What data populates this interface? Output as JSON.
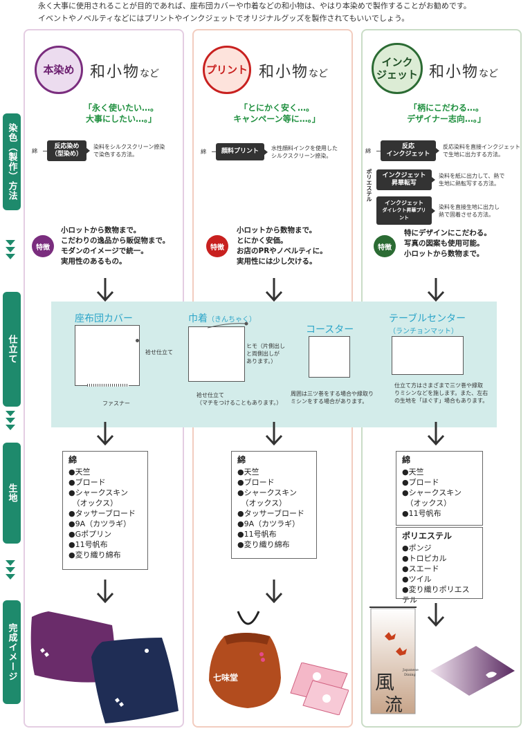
{
  "intro": {
    "line1": "永く大事に使用されることが目的であれば、座布団カバーや巾着などの和小物は、やはり本染めで製作することがお勧めです。",
    "line2": "イベントやノベルティなどにはプリントやインクジェットでオリジナルグッズを製作されてもいいでしょう。"
  },
  "side_labels": {
    "method": "染色（製作）方法",
    "shitate": "仕立て",
    "fabric": "生地",
    "image": "完成イメージ"
  },
  "columns": [
    {
      "badge": "本染め",
      "wa": "和小物",
      "nado": "など",
      "quote1": "「永く使いたい…。",
      "quote2": "大事にしたい…。」",
      "methods": [
        {
          "material": "綿",
          "name1": "反応染め",
          "name2": "（型染め）",
          "desc1": "染料をシルクスクリーン捺染",
          "desc2": "で染色する方法。"
        }
      ],
      "feature_label": "特徴",
      "features": [
        "小ロットから数物まで。",
        "こだわりの逸品から販促物まで。",
        "モダンのイメージで統一。",
        "実用性のあるもの。"
      ],
      "fabric_groups": [
        {
          "title": "綿",
          "items": [
            "●天竺",
            "●ブロード",
            "●シャークスキン",
            "　（オックス）",
            "●タッサーブロード",
            "●9A（カツラギ）",
            "●Gポプリン",
            "●11号帆布",
            "●変り織り綿布"
          ]
        }
      ]
    },
    {
      "badge": "プリント",
      "wa": "和小物",
      "nado": "など",
      "quote1": "「とにかく安く…。",
      "quote2": "キャンペーン等に…。」",
      "methods": [
        {
          "material": "綿",
          "name1": "顔料プリント",
          "name2": "",
          "desc1": "水性顔料インクを使用した",
          "desc2": "シルクスクリーン捺染。"
        }
      ],
      "feature_label": "特徴",
      "features": [
        "小ロットから数物まで。",
        "とにかく安価。",
        "お店のPRやノベルティに。",
        "実用性には少し欠ける。"
      ],
      "fabric_groups": [
        {
          "title": "綿",
          "items": [
            "●天竺",
            "●ブロード",
            "●シャークスキン",
            "　（オックス）",
            "●タッサーブロード",
            "●9A（カツラギ）",
            "●11号帆布",
            "●変り織り綿布"
          ]
        }
      ]
    },
    {
      "badge1": "インク",
      "badge2": "ジェット",
      "wa": "和小物",
      "nado": "など",
      "quote1": "「柄にこだわる…。",
      "quote2": "デザイナー志向…。」",
      "methods": [
        {
          "material": "綿",
          "name1": "反応",
          "name2": "インクジェット",
          "desc1": "反応染料を直接インクジェット",
          "desc2": "で生地に出力する方法。"
        },
        {
          "material": "",
          "name1": "インクジェット",
          "name2": "昇華転写",
          "desc1": "染料を紙に出力して、熱で",
          "desc2": "生地に熱転写する方法。"
        },
        {
          "material": "",
          "name1": "インクジェット",
          "name2": "ダイレクト昇華プリント",
          "desc1": "染料を直接生地に出力し",
          "desc2": "熱で固着させる方法。"
        }
      ],
      "poly_label": "ポリエステル",
      "feature_label": "特徴",
      "features": [
        "特にデザインにこだわる。",
        "写真の図案も使用可能。",
        "小ロットから数物まで。"
      ],
      "fabric_groups": [
        {
          "title": "綿",
          "items": [
            "●天竺",
            "●ブロード",
            "●シャークスキン",
            "　（オックス）",
            "●11号帆布"
          ]
        },
        {
          "title": "ポリエステル",
          "items": [
            "●ポンジ",
            "●トロピカル",
            "●スエード",
            "●ツイル",
            "●変り織りポリエステル"
          ]
        }
      ]
    }
  ],
  "shitate": {
    "zabuton": {
      "title": "座布団カバー",
      "note1": "袷せ仕立て",
      "note2": "ファスナー"
    },
    "kinchaku": {
      "title": "巾着",
      "title_sub": "（きんちゃく）",
      "note1a": "ヒモ（片側出し",
      "note1b": "と両側出しが",
      "note1c": "あります。）",
      "note2a": "袷せ仕立て",
      "note2b": "（マチをつけることもあります。）"
    },
    "coaster": {
      "title": "コースター",
      "note1": "周囲は三ツ巻をする場合や縁取り",
      "note2": "ミシンをする場合があります。"
    },
    "table": {
      "title": "テーブルセンター",
      "title_sub": "（ランチョンマット）",
      "note1": "仕立て方はさまざまで三ツ巻や縁取",
      "note2": "りミシンなどを施します。また、左右",
      "note3": "の生地を「ほぐす」場合もあります。"
    }
  },
  "images": {
    "banner_text1": "風",
    "banner_text2": "流",
    "banner_small1": "Japanese",
    "banner_small2": "Dining",
    "bag_text": "七味堂"
  },
  "colors": {
    "accent_green": "#1e8a6c",
    "quote_green": "#1e8f3e",
    "band": "#d3ecea",
    "shitate_title": "#2aa4c8"
  }
}
